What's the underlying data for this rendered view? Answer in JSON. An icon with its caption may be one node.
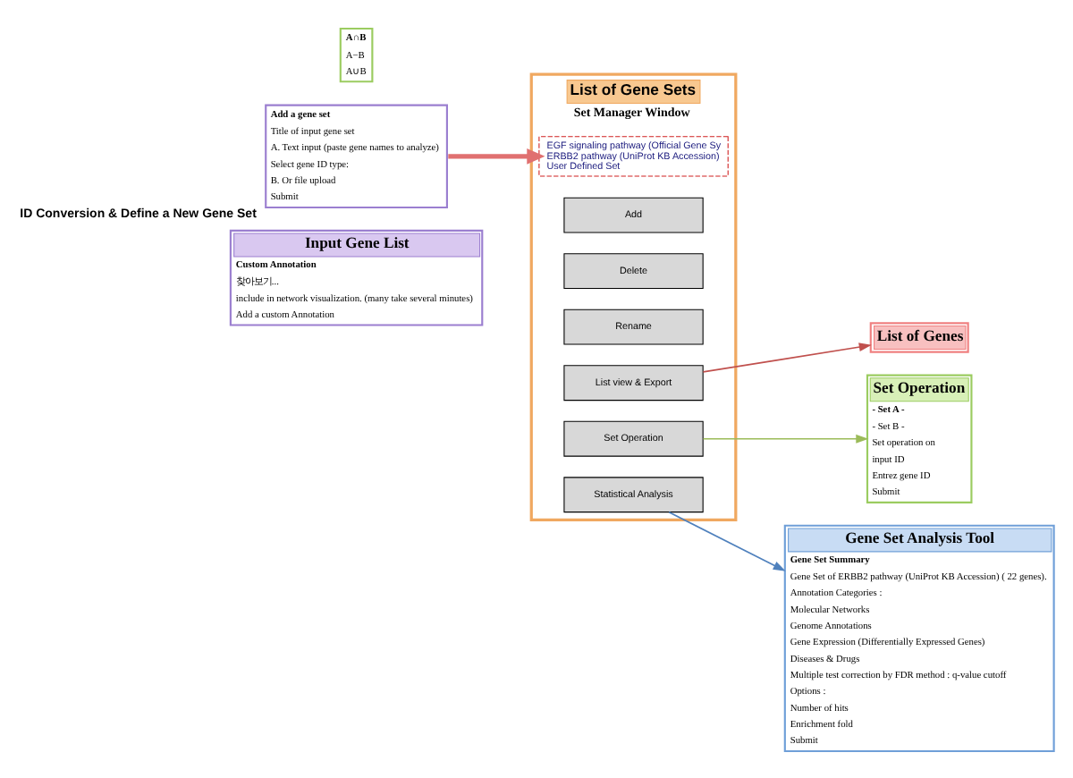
{
  "diagram": {
    "nodes": [
      {
        "text": [
          "Input Gene List",
          "Custom Annotation",
          "찾아보기...",
          "include in network visualization. (many take several minutes)",
          "Add a custom Annotation"
        ]
      },
      {
        "text": [
          "Add a gene set",
          "Title of input gene set",
          "A. Text input (paste gene names to analyze)",
          "Select gene ID type:",
          "B. Or file upload",
          "Submit"
        ],
        "beside": [
          "ID Conversion & Define a New Gene Set"
        ]
      },
      {
        "text": [
          "List of Gene Sets",
          "Set Manager Window"
        ]
      },
      {
        "text": [
          "EGF signaling pathway (Official Gene Sy",
          "ERBB2 pathway (UniProt KB Accession)",
          "User Defined Set"
        ],
        "in": 2
      },
      {
        "text": [
          "Add"
        ],
        "in": 2
      },
      {
        "text": [
          "Delete"
        ],
        "in": 2
      },
      {
        "text": [
          "Rename"
        ],
        "in": 2
      },
      {
        "text": [
          "List view & Export"
        ],
        "in": 2
      },
      {
        "text": [
          "Set Operation"
        ],
        "in": 2
      },
      {
        "text": [
          "Statistical Analysis"
        ],
        "in": 2
      },
      {
        "text": [
          "List of Genes"
        ]
      },
      {
        "text": [
          "Gene Set Analysis Tool",
          "Gene Set Summary",
          "Gene Set of ERBB2 pathway (UniProt KB Accession) ( 22 genes).",
          "Annotation Categories :",
          "Molecular Networks",
          "Genome Annotations",
          "Gene Expression (Differentially Expressed Genes)",
          "Diseases & Drugs",
          "Multiple test correction by FDR method : q-value cutoff",
          "Options :",
          "Number of hits",
          "Enrichment fold",
          "Submit"
        ]
      },
      {
        "text": [
          "Set Operation",
          "- Set A -",
          "- Set B -",
          "Set operation on",
          "input ID",
          "Entrez gene ID",
          "Submit"
        ]
      },
      {
        "text": [
          "A∩B",
          "A−B",
          "A∪B"
        ]
      }
    ],
    "edges": [
      {
        "from": 1,
        "to": 3,
        "arrow": "to",
        "style": "thick",
        "color": "#e07070"
      },
      {
        "from": 7,
        "to": 10,
        "arrow": "to",
        "color": "#c0504d"
      },
      {
        "from": 8,
        "to": 12,
        "arrow": "to",
        "color": "#9bbb59"
      },
      {
        "from": 9,
        "to": 11,
        "arrow": "to",
        "color": "#4f81bd"
      }
    ]
  }
}
